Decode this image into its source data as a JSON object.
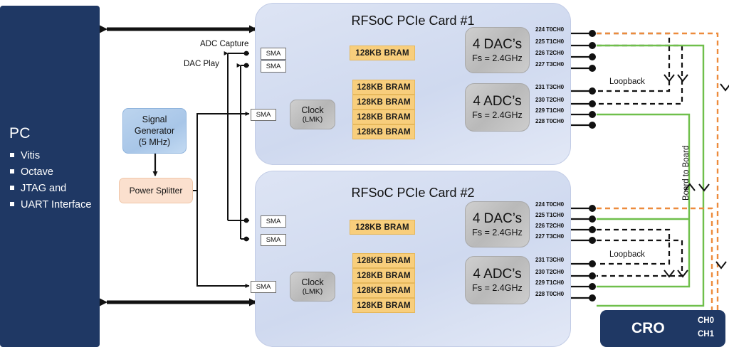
{
  "pc": {
    "title": "PC",
    "items": [
      "Vitis",
      "Octave",
      "JTAG and",
      "UART Interface"
    ],
    "color": "#1F3864"
  },
  "signal_generator": {
    "label": "Signal\nGenerator\n(5 MHz)",
    "line1": "Signal",
    "line2": "Generator",
    "line3": "(5 MHz)"
  },
  "power_splitter": {
    "label": "Power Splitter"
  },
  "cards": [
    {
      "title": "RFSoC PCIe Card #1",
      "clock": {
        "line1": "Clock",
        "line2": "(LMK)"
      },
      "dac": {
        "title": "4 DAC’s",
        "fs": "Fs = 2.4GHz"
      },
      "adc": {
        "title": "4 ADC’s",
        "fs": "Fs = 2.4GHz"
      },
      "dac_bram": [
        "128KB BRAM"
      ],
      "adc_bram": [
        "128KB BRAM",
        "128KB BRAM",
        "128KB BRAM",
        "128KB BRAM"
      ],
      "sma": [
        "SMA",
        "SMA",
        "SMA"
      ],
      "dac_ports": [
        "224 T0CH0",
        "225 T1CH0",
        "226 T2CH0",
        "227 T3CH0"
      ],
      "adc_ports": [
        "231 T3CH0",
        "230 T2CH0",
        "229 T1CH0",
        "228 T0CH0"
      ],
      "loopback": "Loopback"
    },
    {
      "title": "RFSoC PCIe Card #2",
      "clock": {
        "line1": "Clock",
        "line2": "(LMK)"
      },
      "dac": {
        "title": "4 DAC’s",
        "fs": "Fs = 2.4GHz"
      },
      "adc": {
        "title": "4 ADC’s",
        "fs": "Fs = 2.4GHz"
      },
      "dac_bram": [
        "128KB BRAM"
      ],
      "adc_bram": [
        "128KB BRAM",
        "128KB BRAM",
        "128KB BRAM",
        "128KB BRAM"
      ],
      "sma": [
        "SMA",
        "SMA",
        "SMA"
      ],
      "dac_ports": [
        "224 T0CH0",
        "225 T1CH0",
        "226 T2CH0",
        "227 T3CH0"
      ],
      "adc_ports": [
        "231 T3CH0",
        "230 T2CH0",
        "229 T1CH0",
        "228 T0CH0"
      ],
      "loopback": "Loopback"
    }
  ],
  "annotations": {
    "adc_capture": "ADC Capture",
    "dac_play": "DAC  Play",
    "board_to_board": "Board to Board"
  },
  "cro": {
    "name": "CRO",
    "ch0": "CH0",
    "ch1": "CH1",
    "color": "#1F3864"
  },
  "colors": {
    "navy": "#1F3864",
    "bram": "#F8CE7C",
    "card_bg": "#d7dff1",
    "siggen": "#AFCAE8",
    "power_splitter": "#FBE0CE",
    "green_link": "#6FBF4B",
    "orange_link": "#ED8B3C",
    "black_link": "#111111"
  }
}
